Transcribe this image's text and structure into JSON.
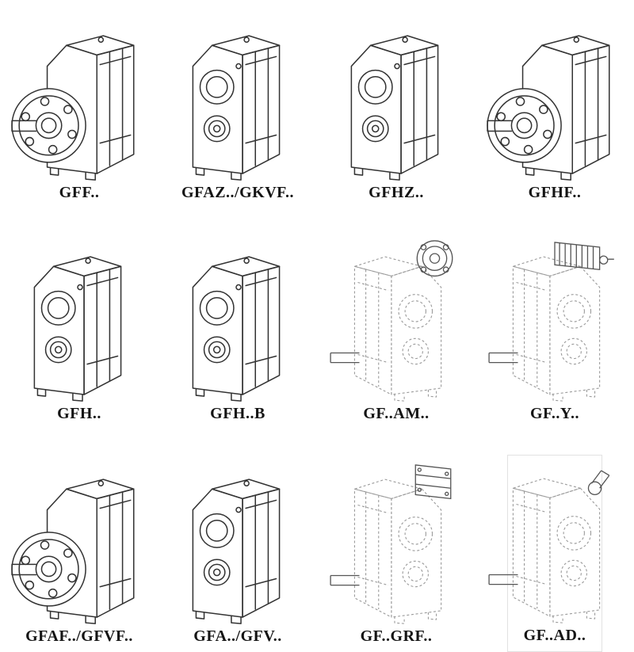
{
  "catalog": {
    "items": [
      {
        "label": "GFF..",
        "variant": "flange-output"
      },
      {
        "label": "GFAZ../GKVF..",
        "variant": "bore-face"
      },
      {
        "label": "GFHZ..",
        "variant": "bore-face"
      },
      {
        "label": "GFHF..",
        "variant": "flange-output"
      },
      {
        "label": "GFH..",
        "variant": "bore-face"
      },
      {
        "label": "GFH..B",
        "variant": "bore-face"
      },
      {
        "label": "GF..AM..",
        "variant": "ghost-body-input-flange"
      },
      {
        "label": "GF..Y..",
        "variant": "ghost-body-motor"
      },
      {
        "label": "GFAF../GFVF..",
        "variant": "flange-output"
      },
      {
        "label": "GFA../GFV..",
        "variant": "bore-face"
      },
      {
        "label": "GF..GRF..",
        "variant": "ghost-body-cover-block"
      },
      {
        "label": "GF..AD..",
        "variant": "ghost-body-input-shaft"
      }
    ],
    "colors": {
      "line": "#333333",
      "ghost_line": "#9b9b9b",
      "attachment_line": "#555555",
      "background": "#ffffff"
    }
  }
}
